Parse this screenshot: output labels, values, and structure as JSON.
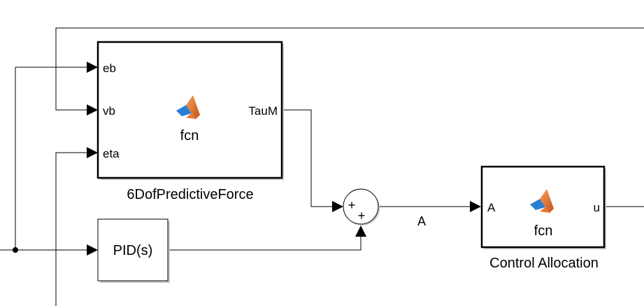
{
  "predictive_block": {
    "name": "6DofPredictiveForce",
    "function_label": "fcn",
    "inputs": [
      "eb",
      "vb",
      "eta"
    ],
    "output": "TauM"
  },
  "pid_block": {
    "label": "PID(s)"
  },
  "sum_block": {
    "signs": [
      "+",
      "+"
    ]
  },
  "signal_A": {
    "label": "A"
  },
  "allocation_block": {
    "name": "Control Allocation",
    "function_label": "fcn",
    "input": "A",
    "output": "u"
  },
  "icons": {
    "matlab": "matlab-logo-icon"
  },
  "colors": {
    "line": "#000000",
    "background": "#ffffff",
    "shadow": "#c8c8c8",
    "matlab_orange": "#e8772e",
    "matlab_blue": "#2a7fd4"
  }
}
